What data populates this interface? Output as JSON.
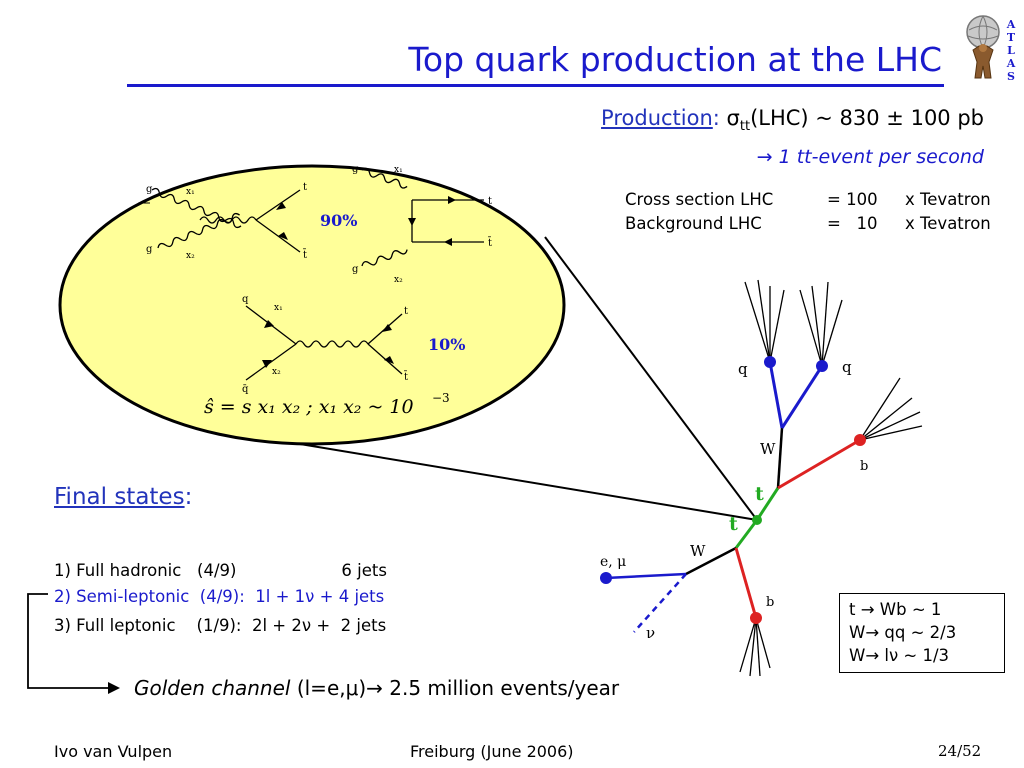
{
  "title": "Top quark production at the LHC",
  "logo": {
    "label": "ATLAS",
    "icon": "atlas-logo-icon"
  },
  "production": {
    "heading": "Production",
    "colon": ":",
    "sigma": "σ",
    "sub": "tt",
    "formula": "(LHC) ~ 830 ± 100 pb",
    "arrow": "→",
    "rate": " 1 tt-event per second"
  },
  "cross_section": [
    {
      "label": "Cross section LHC",
      "eq": "= 100",
      "value": "x Tevatron"
    },
    {
      "label": "Background LHC",
      "eq": "=   10",
      "value": "x Tevatron"
    }
  ],
  "diagrams": {
    "gg_percent": "90%",
    "qq_percent": "10%",
    "labels": {
      "g": "g",
      "x1": "x₁",
      "x2": "x₂",
      "t": "t",
      "tbar": "t̄",
      "q": "q",
      "qbar": "q̄"
    },
    "formula_shat": "ŝ = s x₁ x₂  ;  x₁ x₂ ~ 10",
    "formula_exp": "−3"
  },
  "final_states": {
    "heading": "Final states",
    "colon": ":",
    "items": [
      {
        "text": "1) Full hadronic   (4/9)                    6 jets"
      },
      {
        "text": "2) Semi-leptonic  (4/9):  1l + 1ν + 4 jets"
      },
      {
        "text": "3) Full leptonic    (1/9):  2l + 2ν +  2 jets"
      }
    ]
  },
  "golden": {
    "italic": "Golden channel",
    "rest": " (l=e,μ)→ 2.5 million events/year"
  },
  "decays": [
    {
      "text": "t → Wb   ~ 1"
    },
    {
      "text": "W→ qq   ~ 2/3"
    },
    {
      "text": "W→ lν    ~ 1/3"
    }
  ],
  "event": {
    "q1": "q",
    "q2": "q",
    "W_top": "W",
    "b_top": "b",
    "t_top": "t",
    "t_bottom": "t",
    "W_bottom": "W",
    "lepton": "e, μ",
    "nu": "ν",
    "b_bottom": "b",
    "colors": {
      "blue": "#1a1acc",
      "red": "#dd2222",
      "green": "#22aa22",
      "black": "#000000"
    }
  },
  "footer": {
    "author": "Ivo van Vulpen",
    "venue": "Freiburg (June 2006)",
    "page": "24/52"
  },
  "colors": {
    "title": "#1a1acc",
    "ellipse_fill": "#ffff99",
    "link": "#2233bb"
  }
}
